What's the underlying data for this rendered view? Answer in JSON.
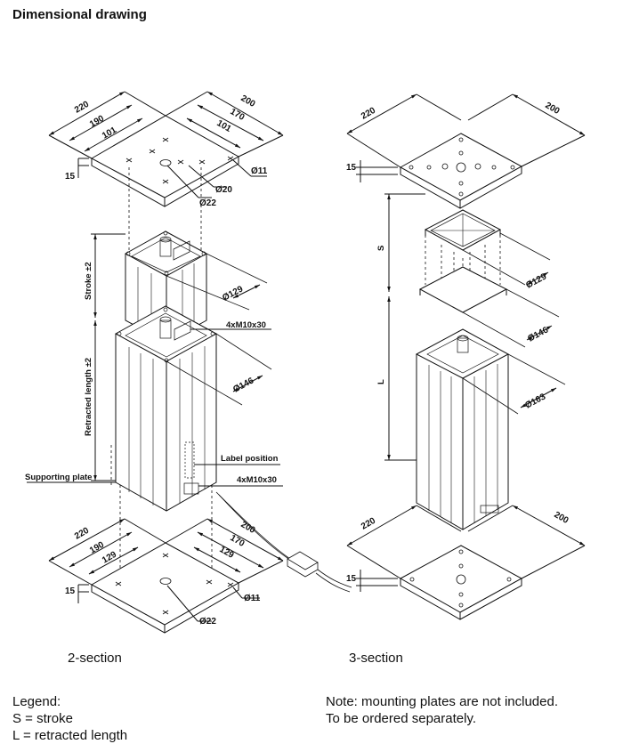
{
  "title": "Dimensional drawing",
  "sections": {
    "two": "2-section",
    "three": "3-section"
  },
  "dims": {
    "d220": "220",
    "d200": "200",
    "d190": "190",
    "d170": "170",
    "d101": "101",
    "d129": "129",
    "d15": "15",
    "o11": "Ø11",
    "o20": "Ø20",
    "o22": "Ø22",
    "o129": "Ø129",
    "o146": "Ø146",
    "o163": "Ø163",
    "S": "S",
    "L": "L"
  },
  "labels": {
    "stroke": "Stroke ±2",
    "retracted": "Retracted length ±2",
    "supporting": "Supporting plate",
    "label_position": "Label position",
    "m10": "4xM10x30"
  },
  "legend": {
    "title": "Legend:",
    "s": "S = stroke",
    "l": "L = retracted length"
  },
  "note": {
    "line1": "Note: mounting plates are not included.",
    "line2": "To be ordered separately."
  }
}
